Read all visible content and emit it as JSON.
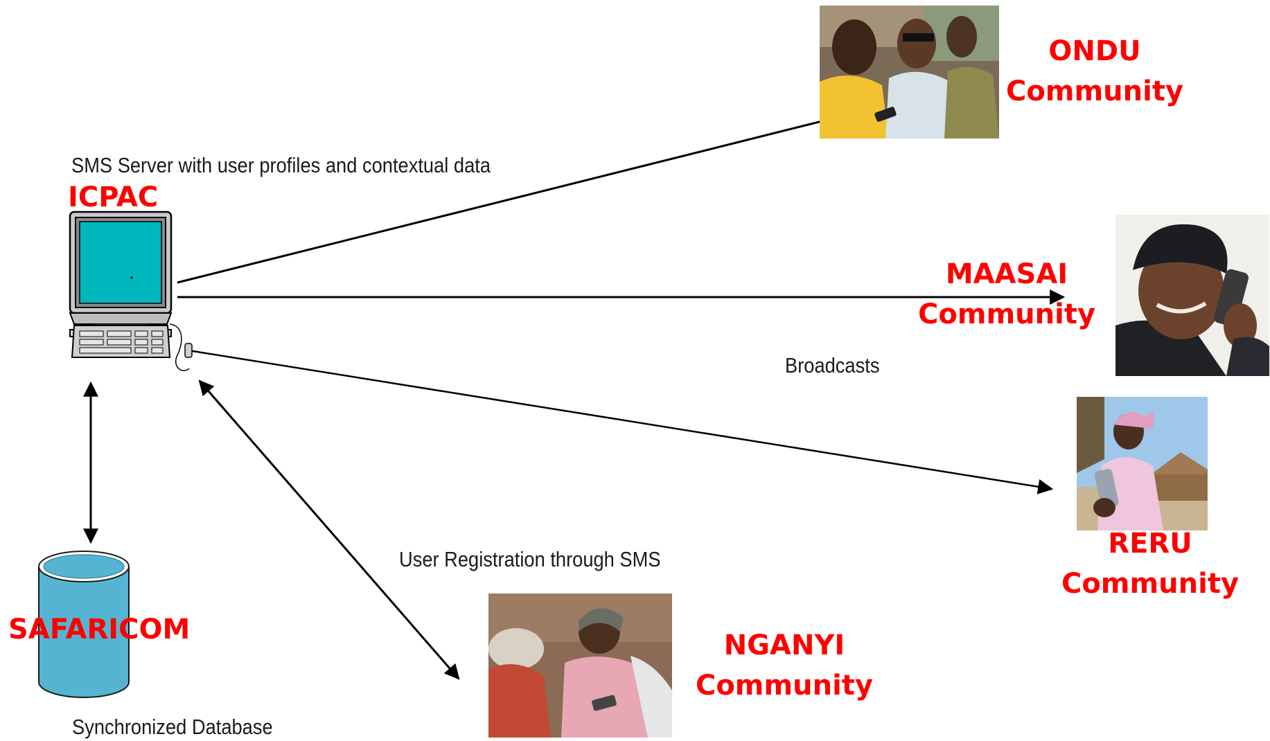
{
  "server": {
    "caption": "SMS Server with user profiles and contextual data",
    "name": "ICPAC"
  },
  "database": {
    "name": "SAFARICOM",
    "caption": "Synchronized Database"
  },
  "links": {
    "broadcasts": "Broadcasts",
    "registration": "User Registration through SMS"
  },
  "communities": [
    {
      "line1": "ONDU",
      "line2": "Community"
    },
    {
      "line1": "MAASAI",
      "line2": "Community"
    },
    {
      "line1": "RERU",
      "line2": "Community"
    },
    {
      "line1": "NGANYI",
      "line2": "Community"
    }
  ],
  "colors": {
    "accent_red": "#ff0000",
    "screen_teal": "#00b7bd",
    "database_blue": "#56b4d3"
  }
}
